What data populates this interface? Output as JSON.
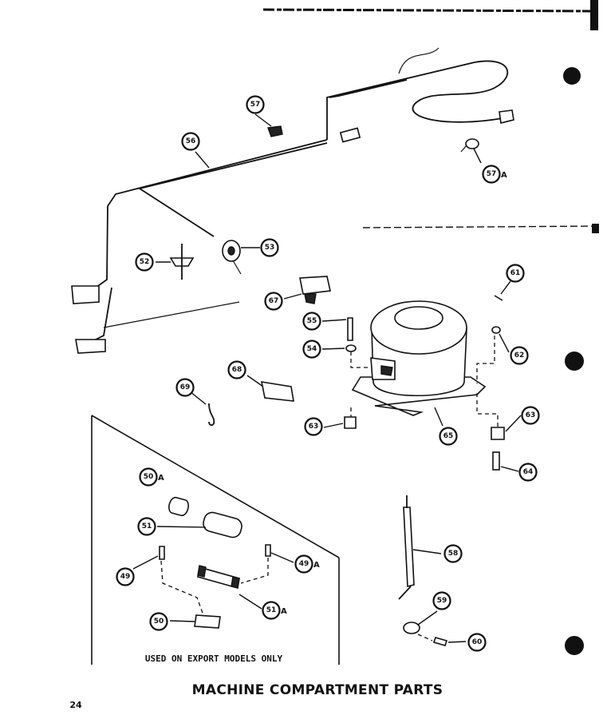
{
  "title": "MACHINE COMPARTMENT PARTS",
  "page_number": "24",
  "note": "USED ON EXPORT MODELS ONLY",
  "callouts": [
    {
      "number": "57",
      "suffix": ""
    },
    {
      "number": "56",
      "suffix": ""
    },
    {
      "number": "57",
      "suffix": "A"
    },
    {
      "number": "52",
      "suffix": ""
    },
    {
      "number": "53",
      "suffix": ""
    },
    {
      "number": "67",
      "suffix": ""
    },
    {
      "number": "61",
      "suffix": ""
    },
    {
      "number": "55",
      "suffix": ""
    },
    {
      "number": "54",
      "suffix": ""
    },
    {
      "number": "62",
      "suffix": ""
    },
    {
      "number": "68",
      "suffix": ""
    },
    {
      "number": "69",
      "suffix": ""
    },
    {
      "number": "63",
      "suffix": ""
    },
    {
      "number": "65",
      "suffix": ""
    },
    {
      "number": "63",
      "suffix": ""
    },
    {
      "number": "64",
      "suffix": ""
    },
    {
      "number": "50",
      "suffix": "A"
    },
    {
      "number": "51",
      "suffix": ""
    },
    {
      "number": "49",
      "suffix": ""
    },
    {
      "number": "49",
      "suffix": "A"
    },
    {
      "number": "51",
      "suffix": "A"
    },
    {
      "number": "50",
      "suffix": ""
    },
    {
      "number": "58",
      "suffix": ""
    },
    {
      "number": "59",
      "suffix": ""
    },
    {
      "number": "60",
      "suffix": ""
    }
  ]
}
